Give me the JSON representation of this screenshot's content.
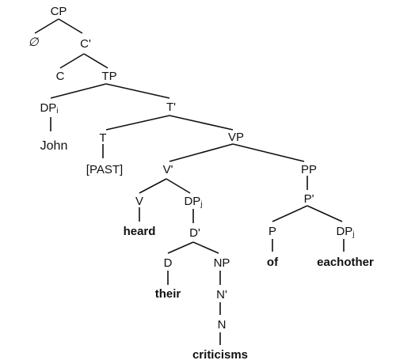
{
  "nodes": {
    "cp": {
      "label": "CP",
      "sub": ""
    },
    "null": {
      "label": "∅",
      "sub": ""
    },
    "cbar": {
      "label": "C'",
      "sub": ""
    },
    "c": {
      "label": "C",
      "sub": ""
    },
    "tp": {
      "label": "TP",
      "sub": ""
    },
    "dpi": {
      "label": "DP",
      "sub": "i"
    },
    "tbar": {
      "label": "T'",
      "sub": ""
    },
    "john": {
      "label": "John",
      "sub": ""
    },
    "t": {
      "label": "T",
      "sub": ""
    },
    "vp": {
      "label": "VP",
      "sub": ""
    },
    "past": {
      "label": "[PAST]",
      "sub": ""
    },
    "vbar": {
      "label": "V'",
      "sub": ""
    },
    "pp": {
      "label": "PP",
      "sub": ""
    },
    "v": {
      "label": "V",
      "sub": ""
    },
    "dpj": {
      "label": "DP",
      "sub": "j"
    },
    "pbar": {
      "label": "P'",
      "sub": ""
    },
    "heard": {
      "label": "heard",
      "sub": ""
    },
    "dbar": {
      "label": "D'",
      "sub": ""
    },
    "p": {
      "label": "P",
      "sub": ""
    },
    "dpj2": {
      "label": "DP",
      "sub": "j"
    },
    "d": {
      "label": "D",
      "sub": ""
    },
    "np": {
      "label": "NP",
      "sub": ""
    },
    "of": {
      "label": "of",
      "sub": ""
    },
    "eachother": {
      "label": "eachother",
      "sub": ""
    },
    "their": {
      "label": "their",
      "sub": ""
    },
    "nbar": {
      "label": "N'",
      "sub": ""
    },
    "n": {
      "label": "N",
      "sub": ""
    },
    "criticisms": {
      "label": "criticisms",
      "sub": ""
    }
  }
}
